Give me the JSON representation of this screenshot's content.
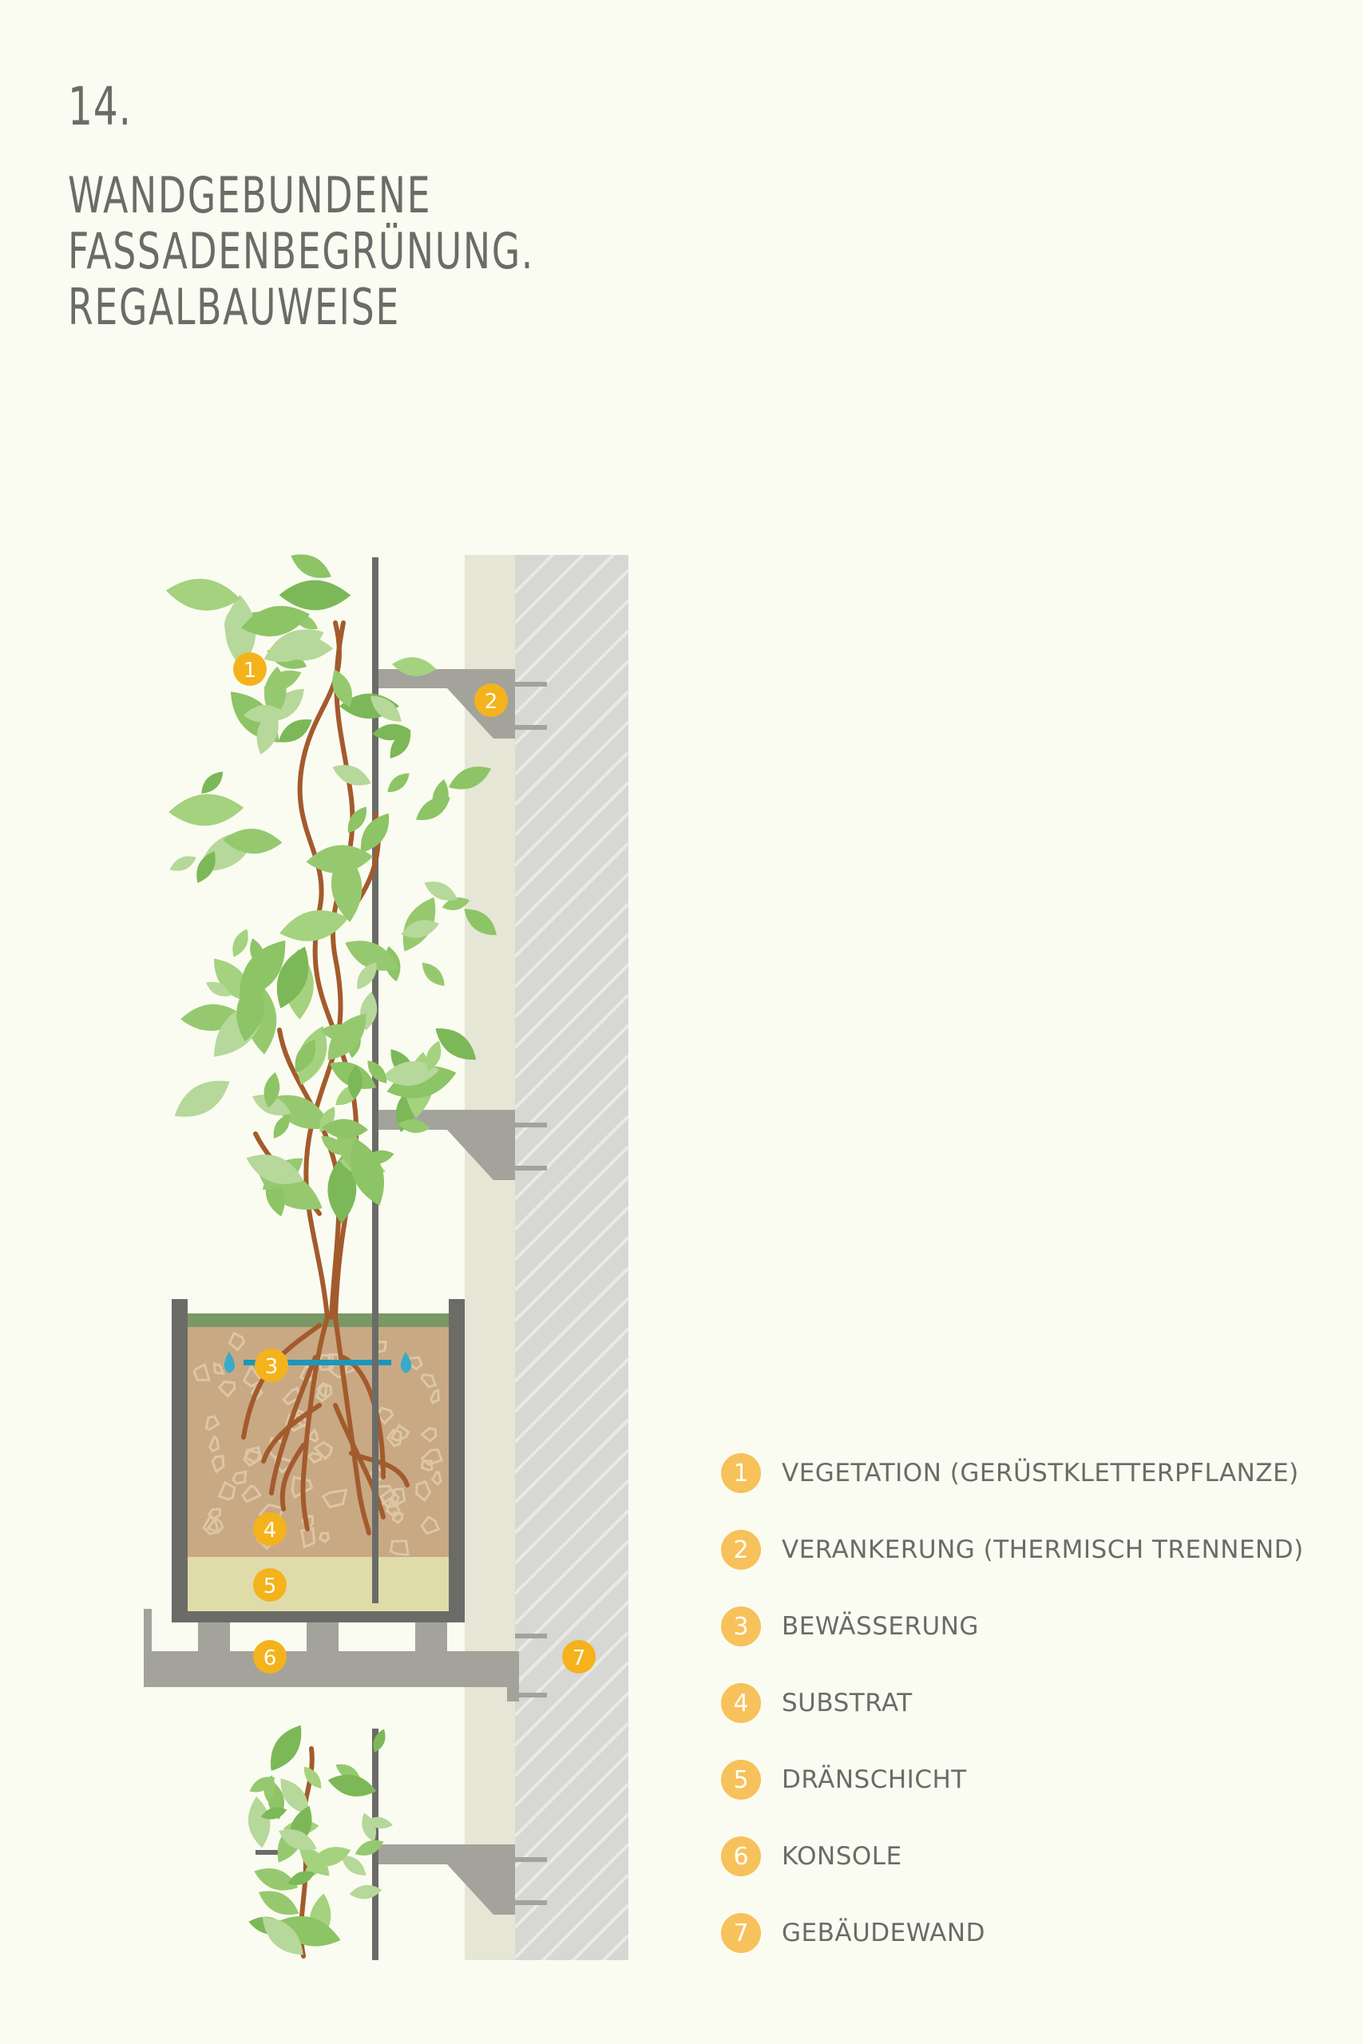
{
  "header": {
    "number": "14.",
    "title_lines": [
      "WANDGEBUNDENE",
      "FASSADENBEGRÜNUNG.",
      "REGALBAUWEISE"
    ]
  },
  "diagram": {
    "markers": [
      "1",
      "2",
      "3",
      "4",
      "5",
      "6",
      "7"
    ]
  },
  "legend": [
    {
      "num": "1",
      "label": "VEGETATION (GERÜSTKLETTERPFLANZE)"
    },
    {
      "num": "2",
      "label": "VERANKERUNG (THERMISCH TRENNEND)"
    },
    {
      "num": "3",
      "label": "BEWÄSSERUNG"
    },
    {
      "num": "4",
      "label": "SUBSTRAT"
    },
    {
      "num": "5",
      "label": "DRÄNSCHICHT"
    },
    {
      "num": "6",
      "label": "KONSOLE"
    },
    {
      "num": "7",
      "label": "GEBÄUDEWAND"
    }
  ],
  "colors": {
    "background": "#fbfcf1",
    "text": "#6b6b68",
    "badge": "#f4b31c",
    "badge_light": "#f7c15b",
    "steel": "#a3a39c",
    "pole": "#6b6b68",
    "wall": "#d7d7d4",
    "insulation": "#e6e6d6",
    "substrate": "#c8a984",
    "drainage": "#e0dcaa",
    "moss": "#7a9863",
    "leaf": "#8dc466",
    "stem": "#a35b2d",
    "water": "#1d97b9"
  }
}
